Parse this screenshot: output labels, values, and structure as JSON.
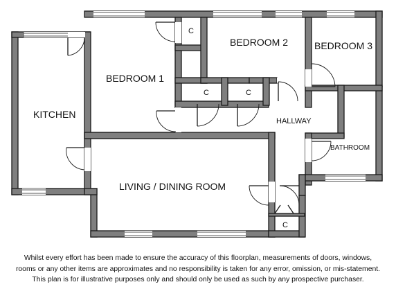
{
  "plan": {
    "rooms": {
      "kitchen": "KITCHEN",
      "bedroom1": "BEDROOM 1",
      "bedroom2": "BEDROOM 2",
      "bedroom3": "BEDROOM 3",
      "hallway": "HALLWAY",
      "bathroom": "BATHROOM",
      "living_dining": "LIVING / DINING ROOM"
    },
    "cupboard_label": "C",
    "colors": {
      "wall_fill": "#7f7f7f",
      "wall_outline": "#1a1a1a",
      "background": "#ffffff"
    }
  },
  "disclaimer": "Whilst every effort has been made to ensure the accuracy of this floorplan, measurements of doors, windows, rooms or any other items are approximates and no responsibility is taken for any error, omission, or mis-statement. This plan is for illustrative purposes only and should only be used as such by any prospective purchaser."
}
